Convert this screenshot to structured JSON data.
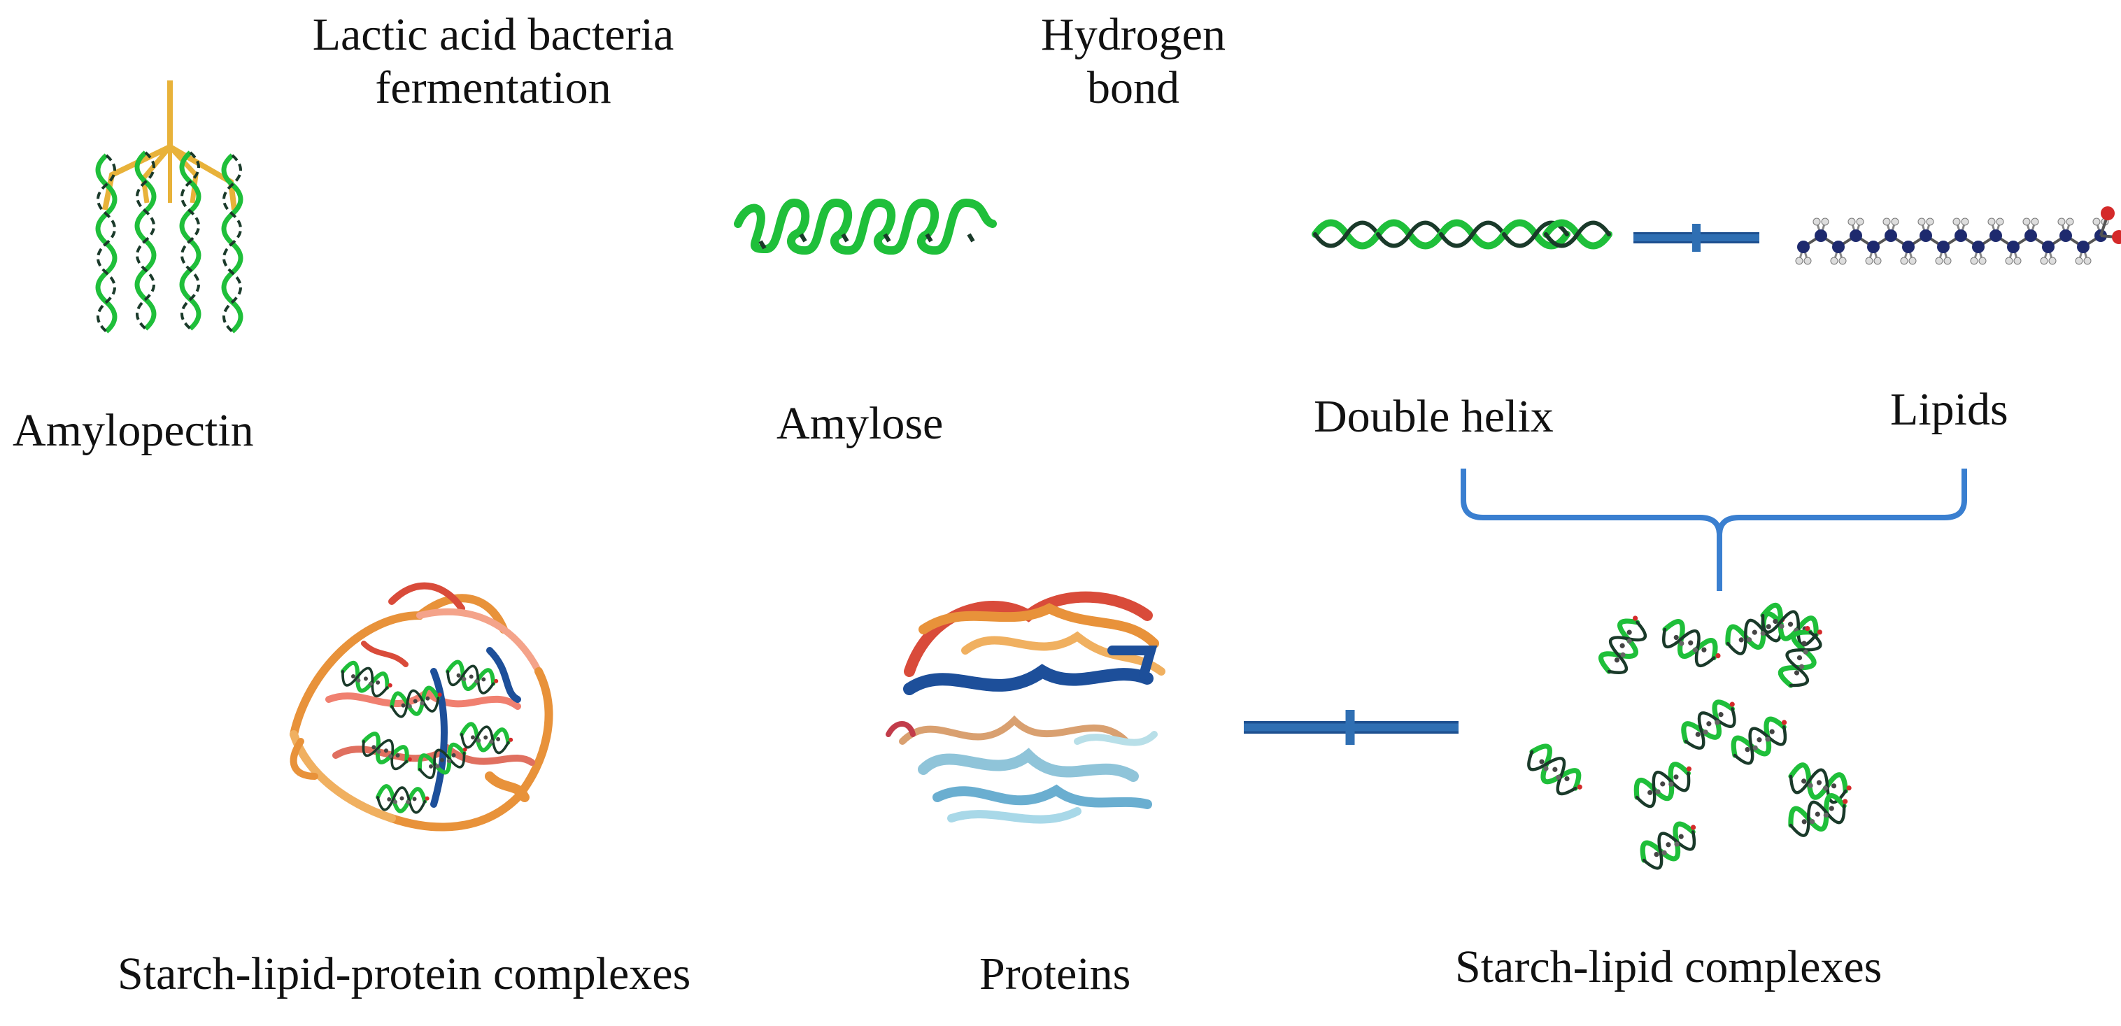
{
  "labels": {
    "fermentation_line1": "Lactic acid bacteria",
    "fermentation_line2": "fermentation",
    "hbond_line1": "Hydrogen",
    "hbond_line2": "bond",
    "amylopectin": "Amylopectin",
    "amylose": "Amylose",
    "double_helix": "Double helix",
    "lipids": "Lipids",
    "starch_lipid_protein": "Starch-lipid-protein complexes",
    "proteins": "Proteins",
    "starch_lipid": "Starch-lipid complexes"
  },
  "colors": {
    "helix_green": "#1fbf3a",
    "helix_dark": "#1a3a2a",
    "branch_gold": "#e8b23a",
    "connector_blue": "#2f6fb3",
    "brace_blue": "#3a7fd0",
    "protein_red": "#d94b3a",
    "protein_orange": "#e8923a",
    "protein_blue": "#1d4f9a",
    "protein_lightblue": "#8fc4d9",
    "atom_navy": "#1e2a6e",
    "atom_red": "#d42a2a"
  }
}
